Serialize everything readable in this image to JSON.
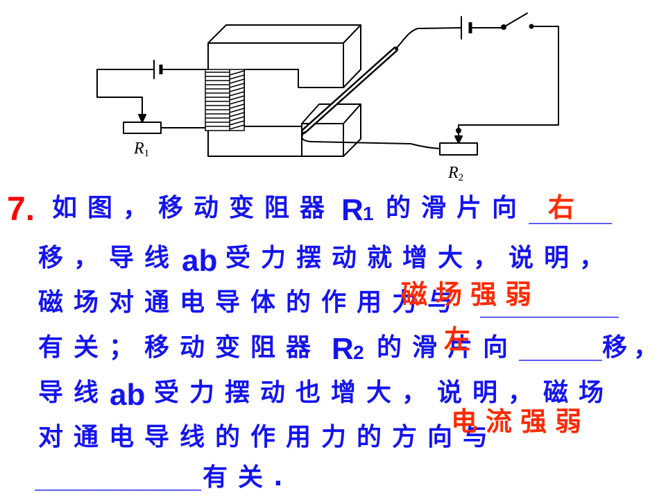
{
  "slide": {
    "question_number": "7.",
    "line1": {
      "text_a": "如图，移动变阻器",
      "r_letter": "R",
      "r_subscript": "1",
      "text_b": "的滑片向",
      "blank": "______"
    },
    "line2": {
      "text_a": "移，导线",
      "ab": "ab",
      "text_b": "受力摆动就增大，说明，"
    },
    "line3": {
      "text_a": "磁场对通电导体的作用力与",
      "blank": "__________"
    },
    "line4": {
      "text_a": "有关；移动变阻器",
      "r_letter": "R",
      "r_subscript": "2",
      "text_b": "的滑片向",
      "blank": "______",
      "text_c": "移，"
    },
    "line5": {
      "text_a": "导线",
      "ab": "ab",
      "text_b": "受力摆动也增大，说明，磁场"
    },
    "line6": {
      "text_a": "对通电导线的作用力的方向与"
    },
    "line7": {
      "blank": "____________",
      "text_a": "有关."
    }
  },
  "answers": {
    "blank1": "右",
    "blank2": "磁场强弱",
    "blank3": "左",
    "blank4": "电流强弱"
  },
  "diagram": {
    "r1_letter": "R",
    "r1_subscript": "1",
    "r2_letter": "R",
    "r2_subscript": "2"
  },
  "colors": {
    "question_text": "#1414f0",
    "question_number": "#ff0000",
    "answer_text": "#ff2a00",
    "diagram_ink": "#000000"
  }
}
